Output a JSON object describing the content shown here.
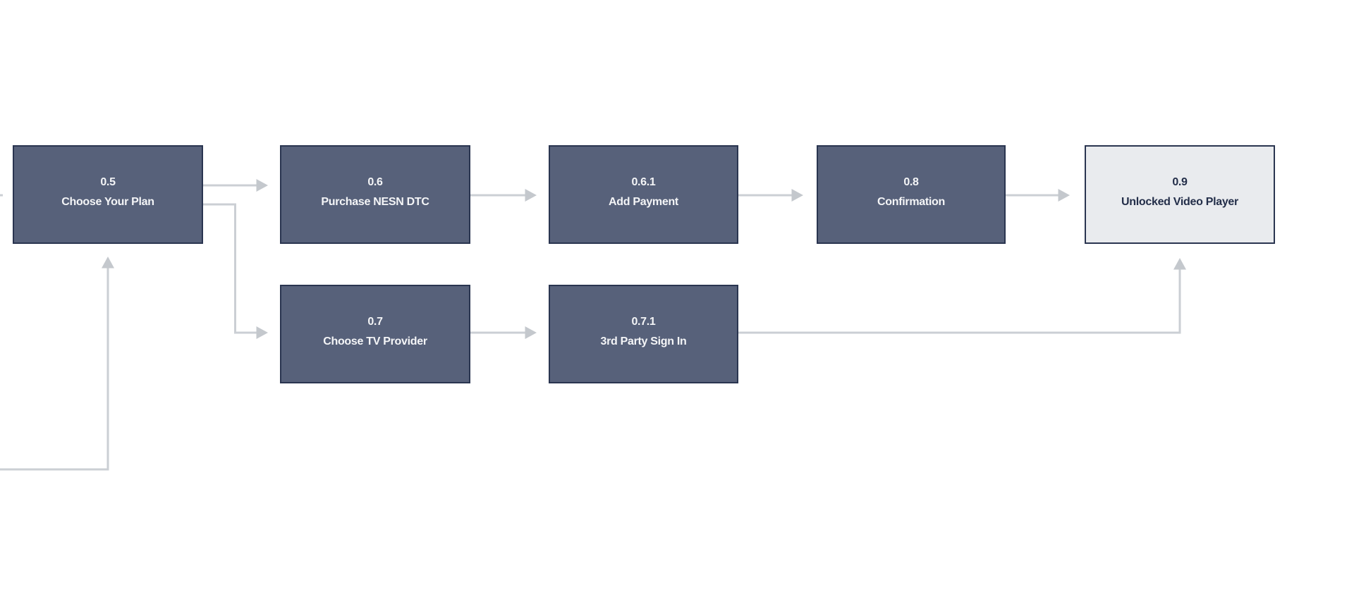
{
  "diagram": {
    "nodes": [
      {
        "id": "0.5",
        "label": "Choose Your Plan",
        "variant": "dark"
      },
      {
        "id": "0.6",
        "label": "Purchase NESN DTC",
        "variant": "dark"
      },
      {
        "id": "0.6.1",
        "label": "Add Payment",
        "variant": "dark"
      },
      {
        "id": "0.8",
        "label": "Confirmation",
        "variant": "dark"
      },
      {
        "id": "0.9",
        "label": "Unlocked Video Player",
        "variant": "light"
      },
      {
        "id": "0.7",
        "label": "Choose TV Provider",
        "variant": "dark"
      },
      {
        "id": "0.7.1",
        "label": "3rd Party Sign In",
        "variant": "dark"
      }
    ],
    "edges": [
      {
        "from": "0.5",
        "to": "0.6"
      },
      {
        "from": "0.5",
        "to": "0.7"
      },
      {
        "from": "0.6",
        "to": "0.6.1"
      },
      {
        "from": "0.6.1",
        "to": "0.8"
      },
      {
        "from": "0.8",
        "to": "0.9"
      },
      {
        "from": "0.7",
        "to": "0.7.1"
      },
      {
        "from": "0.7.1",
        "to": "0.9"
      },
      {
        "from": "offscreen-bottom-left",
        "to": "0.5"
      },
      {
        "from": "offscreen-left",
        "to": "0.5"
      }
    ],
    "colors": {
      "node_fill_dark": "#57617a",
      "node_fill_light": "#e9ebee",
      "node_border": "#2a3550",
      "node_text_dark_bg": "#f4f5f7",
      "node_text_light_bg": "#232e49",
      "connector": "#cbcfd4",
      "background": "#ffffff"
    }
  }
}
